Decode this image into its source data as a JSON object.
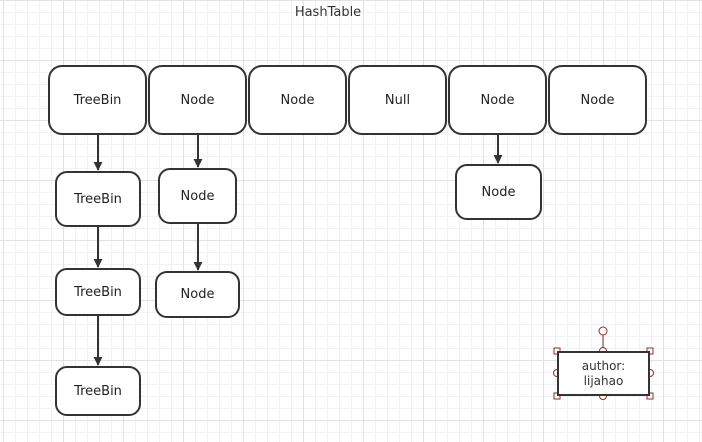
{
  "diagram": {
    "title": "HashTable",
    "table_slots": [
      {
        "label": "TreeBin"
      },
      {
        "label": "Node"
      },
      {
        "label": "Node"
      },
      {
        "label": "Null"
      },
      {
        "label": "Node"
      },
      {
        "label": "Node"
      }
    ],
    "chains": [
      {
        "from_slot": 0,
        "items": [
          "TreeBin",
          "TreeBin",
          "TreeBin"
        ]
      },
      {
        "from_slot": 1,
        "items": [
          "Node",
          "Node"
        ]
      },
      {
        "from_slot": 4,
        "items": [
          "Node"
        ]
      }
    ],
    "note": {
      "line1": "author:",
      "line2": "lijahao",
      "selected": true
    },
    "colors": {
      "stroke": "#333333",
      "handle": "#8b2e2e",
      "grid": "#e2e2e2"
    }
  }
}
